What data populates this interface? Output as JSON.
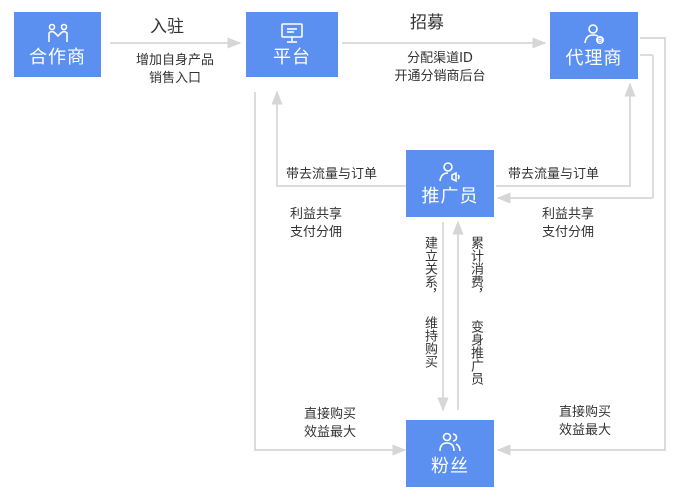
{
  "nodes": {
    "partner": {
      "label": "合作商",
      "icon": "handshake-people-icon"
    },
    "platform": {
      "label": "平台",
      "icon": "monitor-icon"
    },
    "agent": {
      "label": "代理商",
      "icon": "user-badge-icon"
    },
    "promoter": {
      "label": "推广员",
      "icon": "user-megaphone-icon"
    },
    "fans": {
      "label": "粉丝",
      "icon": "users-icon"
    }
  },
  "edges": {
    "partner_platform": {
      "title": "入驻",
      "line1": "增加自身产品",
      "line2": "销售入口"
    },
    "platform_agent": {
      "title": "招募",
      "line1": "分配渠道ID",
      "line2": "开通分销商后台"
    },
    "promoter_platform": {
      "line1": "带去流量与订单",
      "line2a": "利益共享",
      "line2b": "支付分佣"
    },
    "promoter_agent": {
      "line1": "带去流量与订单",
      "line2a": "利益共享",
      "line2b": "支付分佣"
    },
    "promoter_fans": {
      "col1": "建立关系，",
      "col2": "维持购买"
    },
    "fans_promoter": {
      "col1": "累计消费，",
      "col2": "变身推广员"
    },
    "platform_fans": {
      "line1": "直接购买",
      "line2": "效益最大"
    },
    "agent_fans": {
      "line1": "直接购买",
      "line2": "效益最大"
    }
  },
  "colors": {
    "node": "#5b8ff0",
    "line": "#dcdcdc",
    "text": "#333333"
  }
}
